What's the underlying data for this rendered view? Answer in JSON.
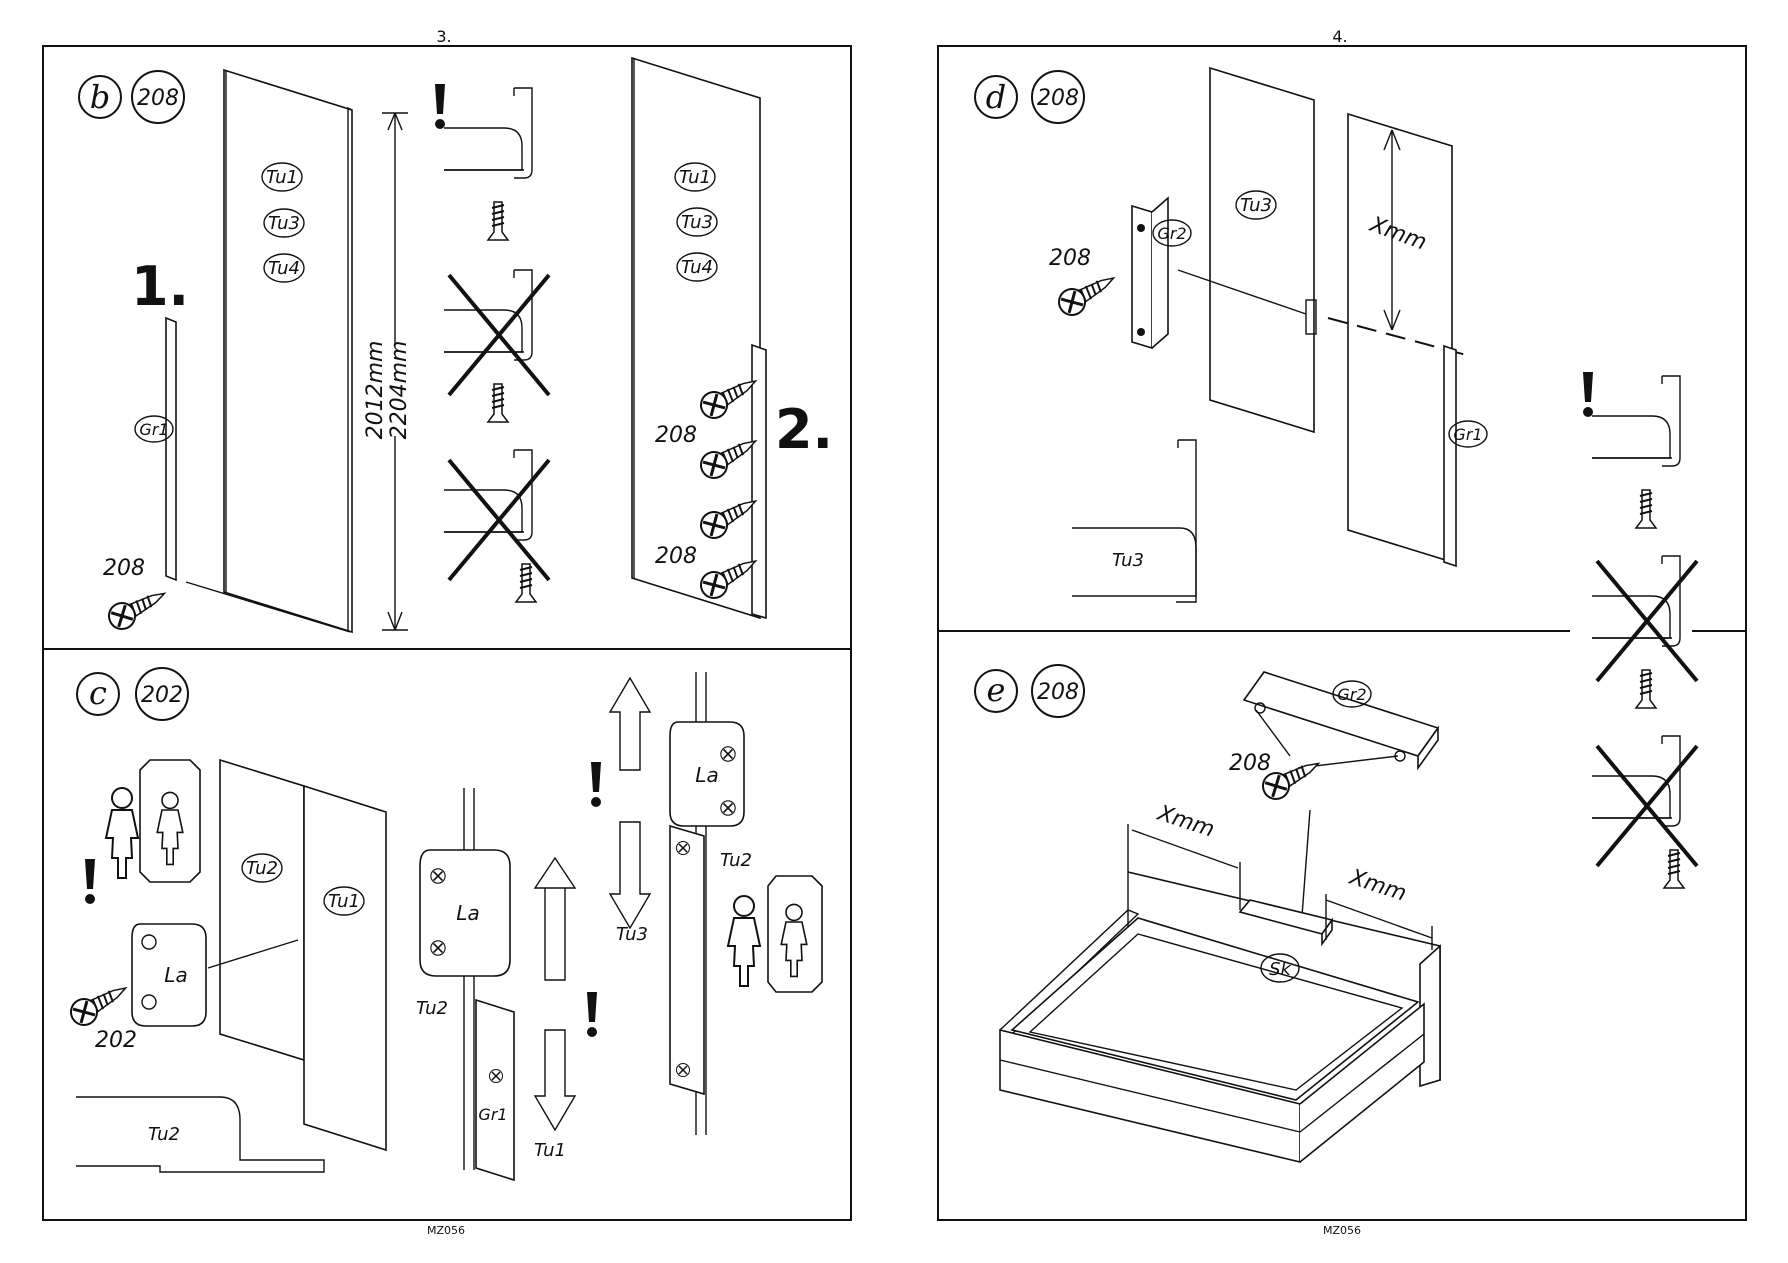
{
  "pages": [
    {
      "number": "3.",
      "footer": "MZ056"
    },
    {
      "number": "4.",
      "footer": "MZ056"
    }
  ],
  "steps": {
    "b": {
      "letter": "b",
      "qty": "208",
      "parts": [
        "Tu1",
        "Tu3",
        "Tu4"
      ],
      "rail": "Gr1",
      "screw": "208",
      "screw2": "208",
      "screw3": "208",
      "dim1": "2012mm",
      "dim2": "2204mm",
      "order1": "1.",
      "order2": "2."
    },
    "c": {
      "letter": "c",
      "qty": "202",
      "door_left": "Tu2",
      "door_right": "Tu1",
      "plate": "La",
      "screw": "202",
      "rail": "Gr1",
      "label_tu2": "Tu2",
      "label_tu1": "Tu1",
      "label_tu3": "Tu3",
      "base": "Tu2"
    },
    "d": {
      "letter": "d",
      "qty": "208",
      "door": "Tu3",
      "bracket": "Gr2",
      "screw": "208",
      "dim": "Xmm",
      "rail": "Gr1",
      "base": "Tu3"
    },
    "e": {
      "letter": "e",
      "qty": "208",
      "bracket": "Gr2",
      "screw": "208",
      "dim_left": "Xmm",
      "dim_right": "Xmm",
      "shelf": "Sk"
    }
  },
  "symbols": {
    "warning": "!",
    "icon_names": [
      "screw-icon",
      "warning-icon",
      "cross-icon",
      "mirror-person-icon",
      "arrow-icon"
    ]
  }
}
